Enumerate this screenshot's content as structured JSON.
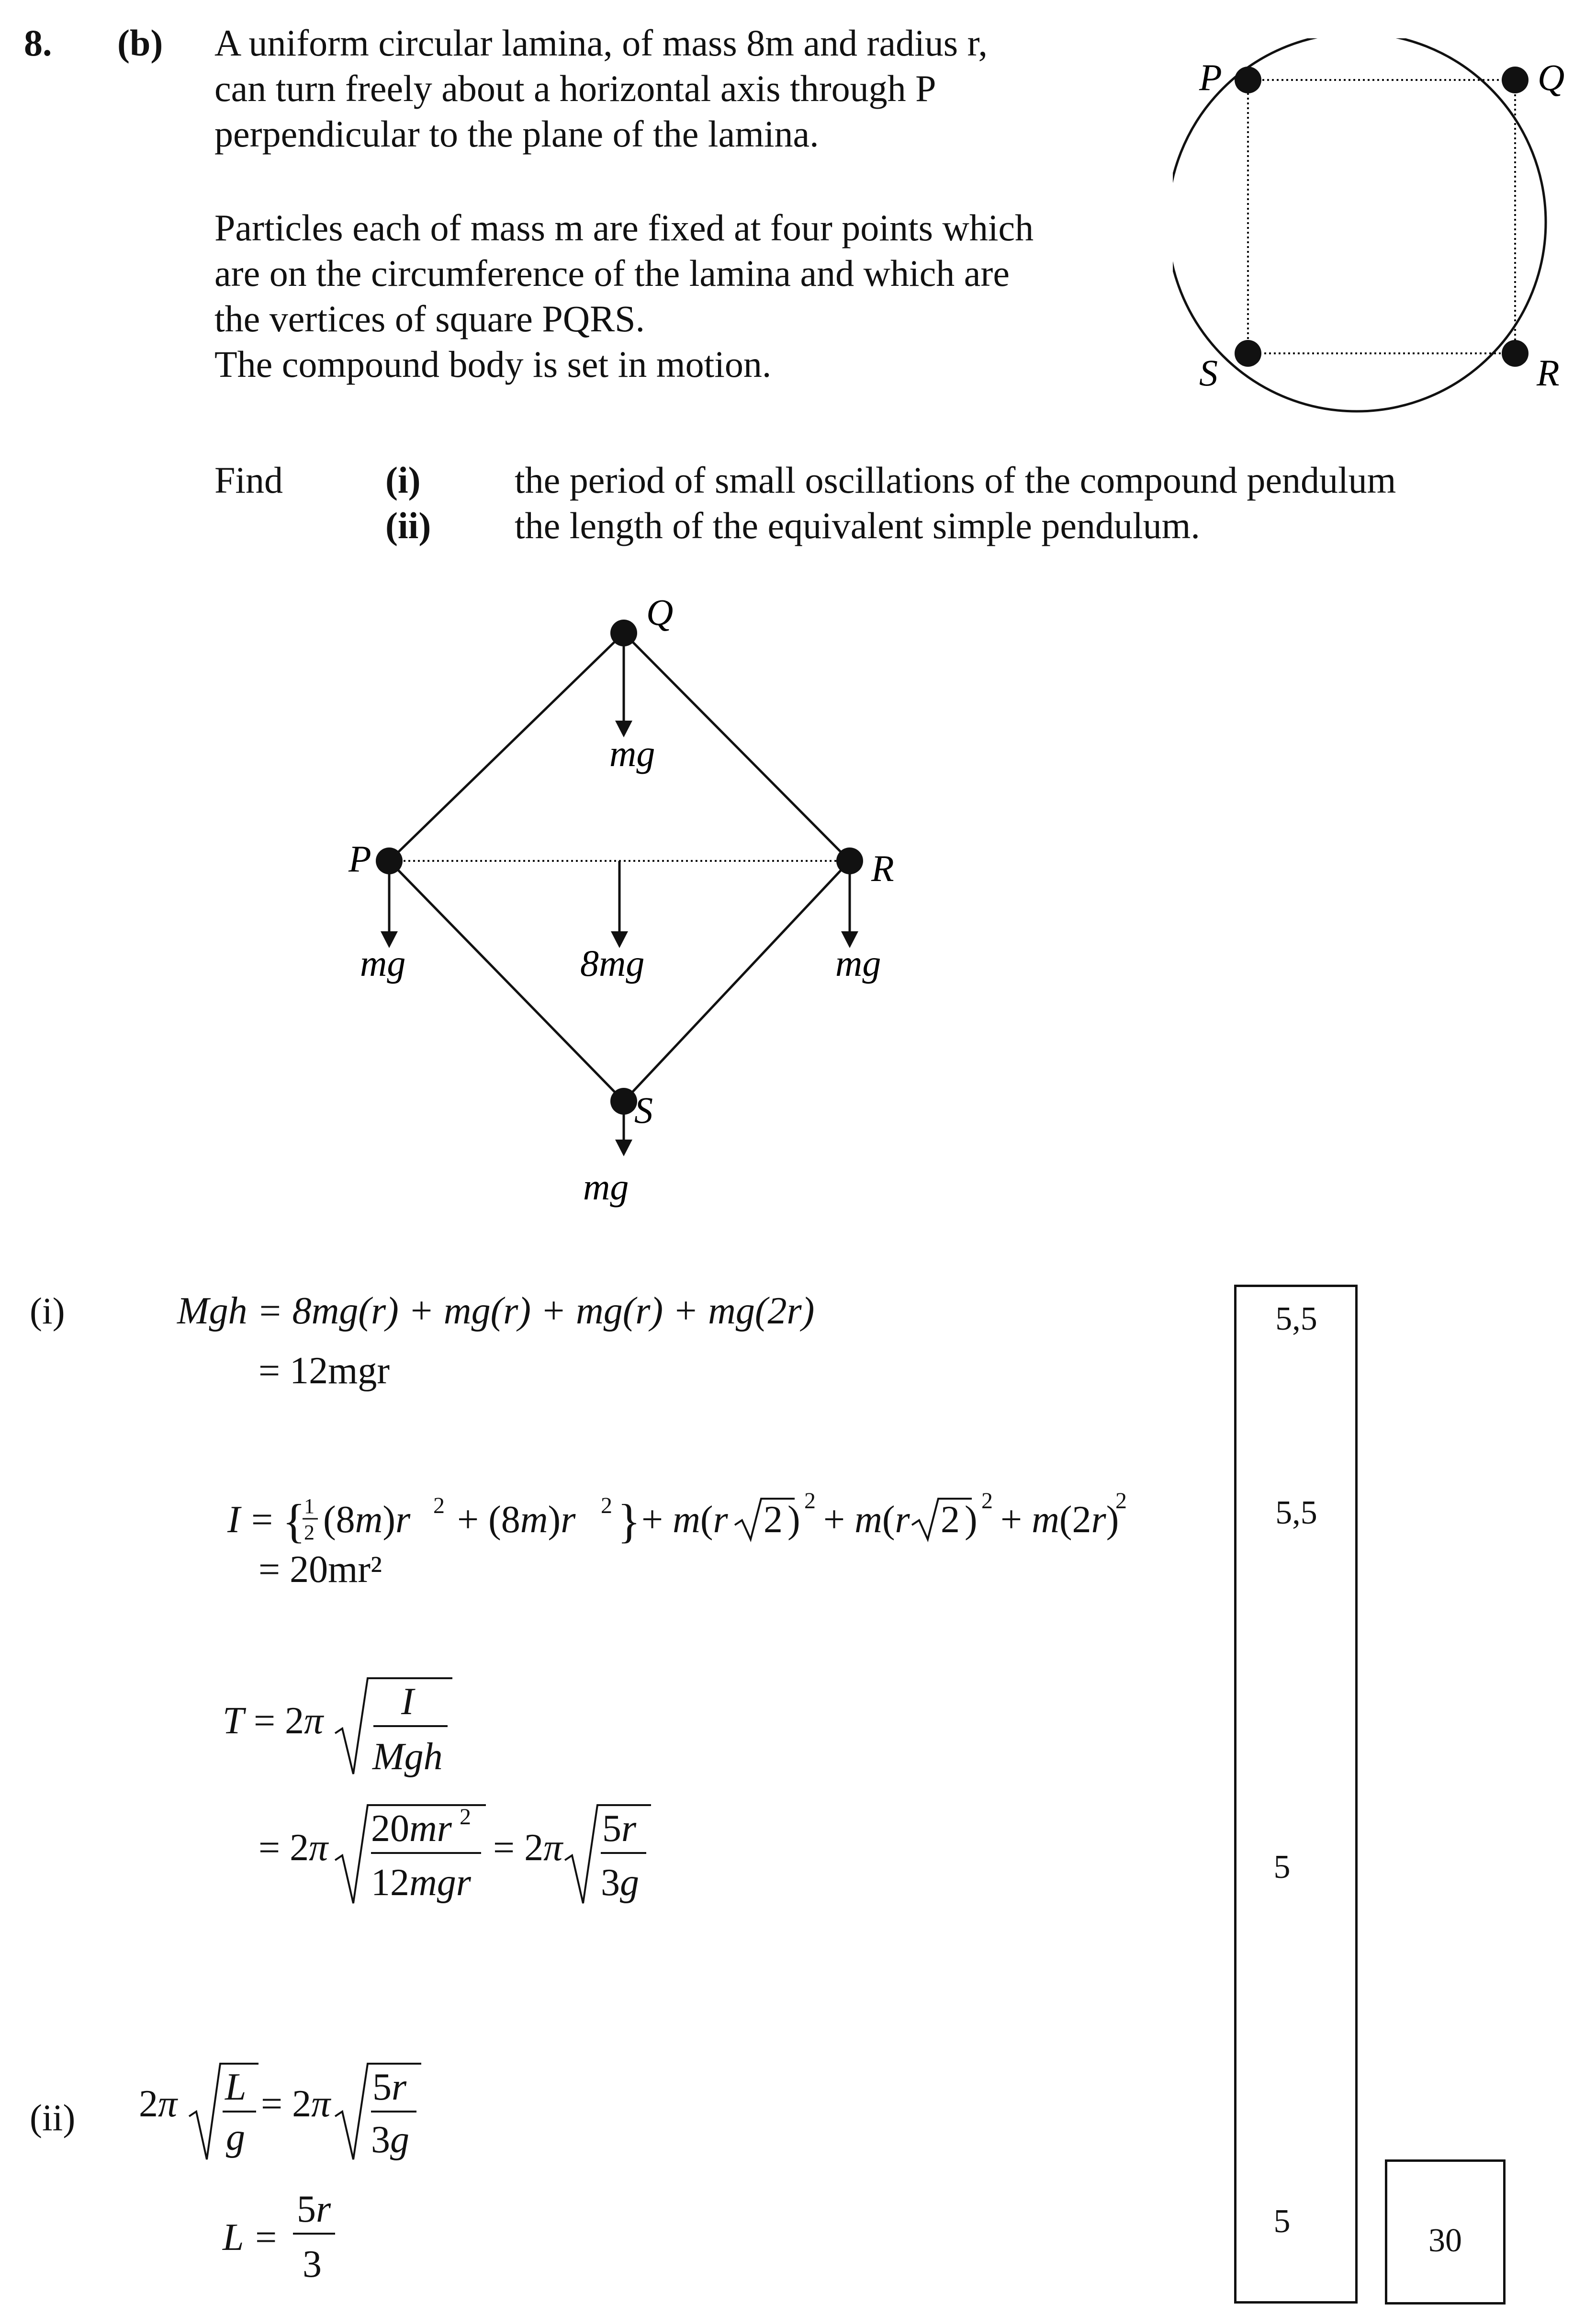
{
  "question": {
    "number": "8.",
    "part": "(b)",
    "para1": [
      "A uniform circular lamina, of mass 8m and radius r,",
      "can turn freely about a horizontal axis through P",
      "perpendicular to the plane of the lamina."
    ],
    "para2": [
      "Particles each of mass m are fixed at four points which",
      "are on the circumference of the lamina and which are",
      "the vertices of square PQRS.",
      "The compound body is set in motion."
    ],
    "find_label": "Find",
    "find_items": [
      {
        "label": "(i)",
        "text": "the period of small oscillations of the compound pendulum"
      },
      {
        "label": "(ii)",
        "text": "the length of the equivalent simple pendulum."
      }
    ]
  },
  "figure_circle": {
    "labels": {
      "P": "P",
      "Q": "Q",
      "R": "R",
      "S": "S"
    }
  },
  "figure_diamond": {
    "labels": {
      "Q": "Q",
      "P": "P",
      "R": "R",
      "S": "S"
    },
    "forces": {
      "q": "mg",
      "p": "mg",
      "centre": "8mg",
      "r": "mg",
      "s": "mg"
    }
  },
  "solution": {
    "part_i_label": "(i)",
    "part_ii_label": "(ii)",
    "line_mgh": "Mgh = 8mg(r) + mg(r) + mg(r) + mg(2r)",
    "line_mgh_result": "= 12mgr",
    "line_I_result": "= 20mr²",
    "line_L": "L ="
  },
  "marks": {
    "m1": "5,5",
    "m2": "5,5",
    "m3": "5",
    "m4": "5",
    "total": "30"
  }
}
